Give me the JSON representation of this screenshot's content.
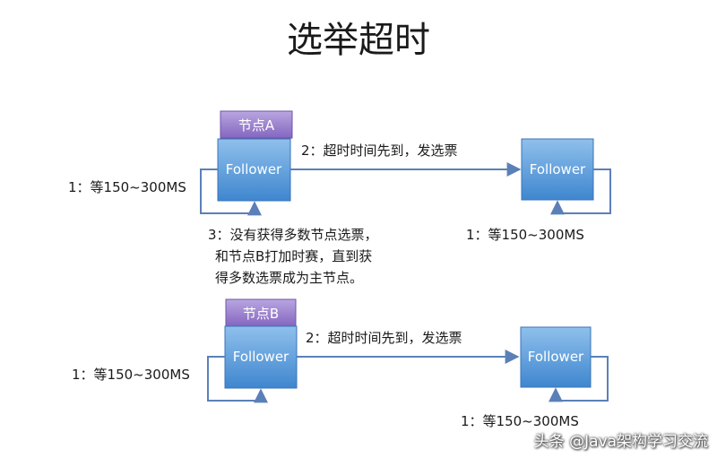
{
  "title": "选举超时",
  "watermark": "头条 @Java架构学习交流",
  "top": {
    "tag": "节点A",
    "left_node": "Follower",
    "right_node": "Follower",
    "left_timeout": "1：等150~300MS",
    "right_timeout": "1：等150~300MS",
    "message": "2：超时时间先到，发选票",
    "note_lines": [
      "3：没有获得多数节点选票，",
      "和节点B打加时赛，直到获",
      "得多数选票成为主节点。"
    ]
  },
  "bottom": {
    "tag": "节点B",
    "left_node": "Follower",
    "right_node": "Follower",
    "left_timeout": "1：等150~300MS",
    "right_timeout": "1：等150~300MS",
    "message": "2：超时时间先到，发选票"
  },
  "colors": {
    "node_top": "#8fc0ec",
    "node_bottom": "#3f86cf",
    "node_border": "#3a73b8",
    "tag_top": "#b9a6e0",
    "tag_bottom": "#8466c0",
    "tag_border": "#6e55a8",
    "line": "#5b80b8"
  }
}
